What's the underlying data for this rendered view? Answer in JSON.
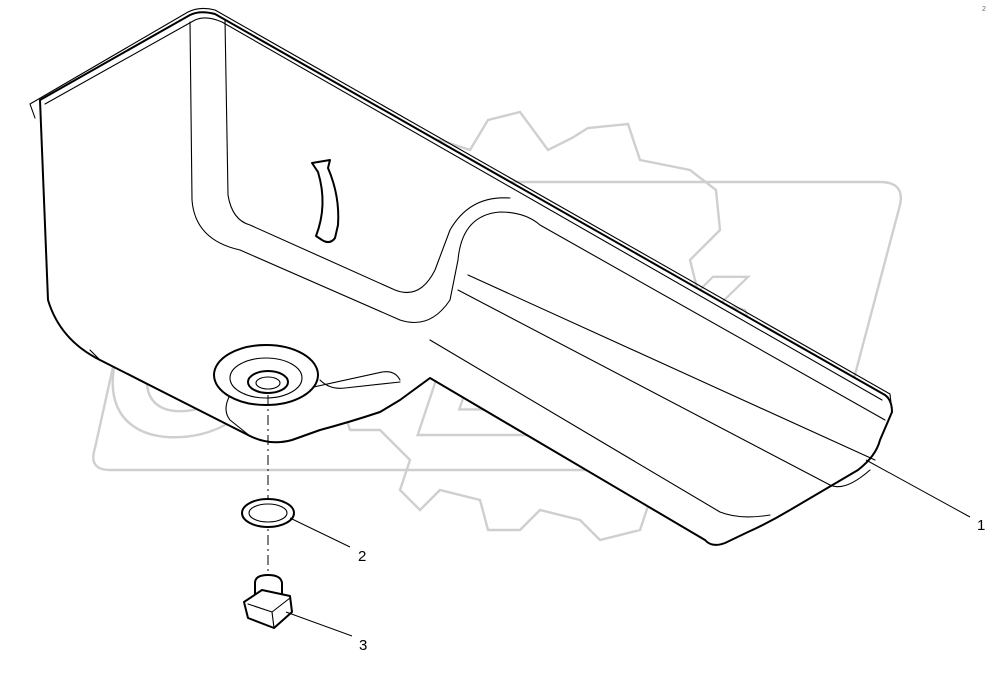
{
  "diagram": {
    "corner_mark": "2",
    "callouts": [
      {
        "id": "callout-1",
        "label": "1"
      },
      {
        "id": "callout-2",
        "label": "2"
      },
      {
        "id": "callout-3",
        "label": "3"
      }
    ],
    "watermark": {
      "text": "OPEX",
      "color": "#cfcfcf"
    },
    "line_color": "#000000",
    "background": "#ffffff"
  }
}
